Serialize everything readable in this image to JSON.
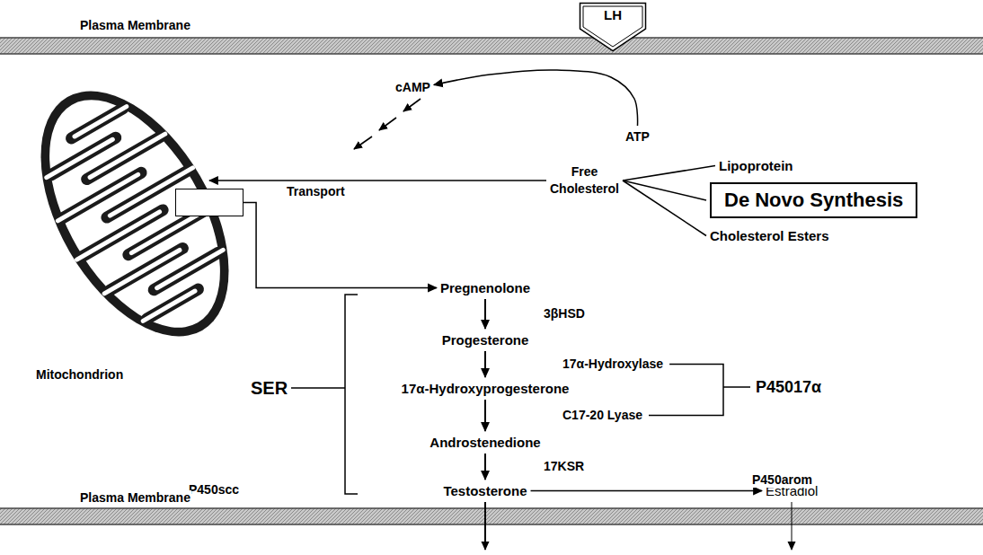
{
  "diagram": {
    "nodes": [
      {
        "text": [
          "LH"
        ]
      },
      {
        "text": [
          "cAMP"
        ]
      },
      {
        "text": [
          "ATP"
        ]
      },
      {
        "text": [
          "Mitochondrion"
        ]
      },
      {
        "text": [
          "P450scc"
        ],
        "in": 3
      },
      {
        "text": [
          "Free Cholesterol"
        ]
      },
      {
        "text": [
          "Lipoprotein"
        ]
      },
      {
        "text": [
          "De Novo Synthesis"
        ]
      },
      {
        "text": [
          "Cholesterol Esters"
        ]
      },
      {
        "text": [
          "Pregnenolone"
        ]
      },
      {
        "text": [
          "Progesterone"
        ]
      },
      {
        "text": [
          "17α-Hydroxyprogesterone"
        ]
      },
      {
        "text": [
          "Androstenedione"
        ]
      },
      {
        "text": [
          "Testosterone"
        ]
      },
      {
        "text": [
          "Estradiol"
        ]
      }
    ],
    "edges": [
      {
        "from": 2,
        "to": 1,
        "arrow": "to"
      },
      {
        "from": 5,
        "to": 3,
        "label": "Transport",
        "arrow": "to"
      },
      {
        "from": 6,
        "to": 5,
        "arrow": "none"
      },
      {
        "from": 7,
        "to": 5,
        "arrow": "none"
      },
      {
        "from": 8,
        "to": 5,
        "arrow": "none"
      },
      {
        "from": 4,
        "to": 9,
        "arrow": "to"
      },
      {
        "from": 9,
        "to": 10,
        "label": "3βHSD",
        "arrow": "to"
      },
      {
        "from": 10,
        "to": 11,
        "label": "17α-Hydroxylase",
        "arrow": "to"
      },
      {
        "from": 11,
        "to": 12,
        "label": "C17-20 Lyase",
        "arrow": "to"
      },
      {
        "from": 12,
        "to": 13,
        "label": "17KSR",
        "arrow": "to"
      },
      {
        "from": 13,
        "to": 14,
        "label": "P450arom",
        "arrow": "to"
      }
    ],
    "labels": [
      "Plasma Membrane",
      "Plasma Membrane",
      "SER",
      "P45017α"
    ]
  }
}
